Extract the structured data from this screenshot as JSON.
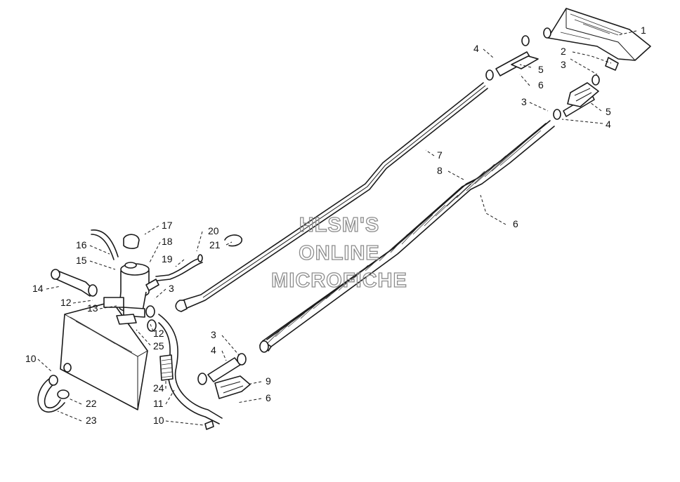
{
  "watermark": {
    "line1": "HLSM'S",
    "line2": "ONLINE",
    "line3": "MICROFICHE"
  },
  "callouts": [
    {
      "id": "c1",
      "label": "1"
    },
    {
      "id": "c2",
      "label": "2"
    },
    {
      "id": "c3a",
      "label": "3"
    },
    {
      "id": "c4a",
      "label": "4"
    },
    {
      "id": "c5a",
      "label": "5"
    },
    {
      "id": "c6a",
      "label": "6"
    },
    {
      "id": "c3b",
      "label": "3"
    },
    {
      "id": "c5b",
      "label": "5"
    },
    {
      "id": "c4b",
      "label": "4"
    },
    {
      "id": "c7",
      "label": "7"
    },
    {
      "id": "c8",
      "label": "8"
    },
    {
      "id": "c6b",
      "label": "6"
    },
    {
      "id": "c17",
      "label": "17"
    },
    {
      "id": "c20",
      "label": "20"
    },
    {
      "id": "c16",
      "label": "16"
    },
    {
      "id": "c18",
      "label": "18"
    },
    {
      "id": "c21",
      "label": "21"
    },
    {
      "id": "c15",
      "label": "15"
    },
    {
      "id": "c19",
      "label": "19"
    },
    {
      "id": "c14",
      "label": "14"
    },
    {
      "id": "c3c",
      "label": "3"
    },
    {
      "id": "c12a",
      "label": "12"
    },
    {
      "id": "c13",
      "label": "13"
    },
    {
      "id": "c12b",
      "label": "12"
    },
    {
      "id": "c25",
      "label": "25"
    },
    {
      "id": "c3d",
      "label": "3"
    },
    {
      "id": "c4c",
      "label": "4"
    },
    {
      "id": "c10a",
      "label": "10"
    },
    {
      "id": "c9",
      "label": "9"
    },
    {
      "id": "c24",
      "label": "24"
    },
    {
      "id": "c6c",
      "label": "6"
    },
    {
      "id": "c22",
      "label": "22"
    },
    {
      "id": "c11",
      "label": "11"
    },
    {
      "id": "c23",
      "label": "23"
    },
    {
      "id": "c10b",
      "label": "10"
    }
  ]
}
